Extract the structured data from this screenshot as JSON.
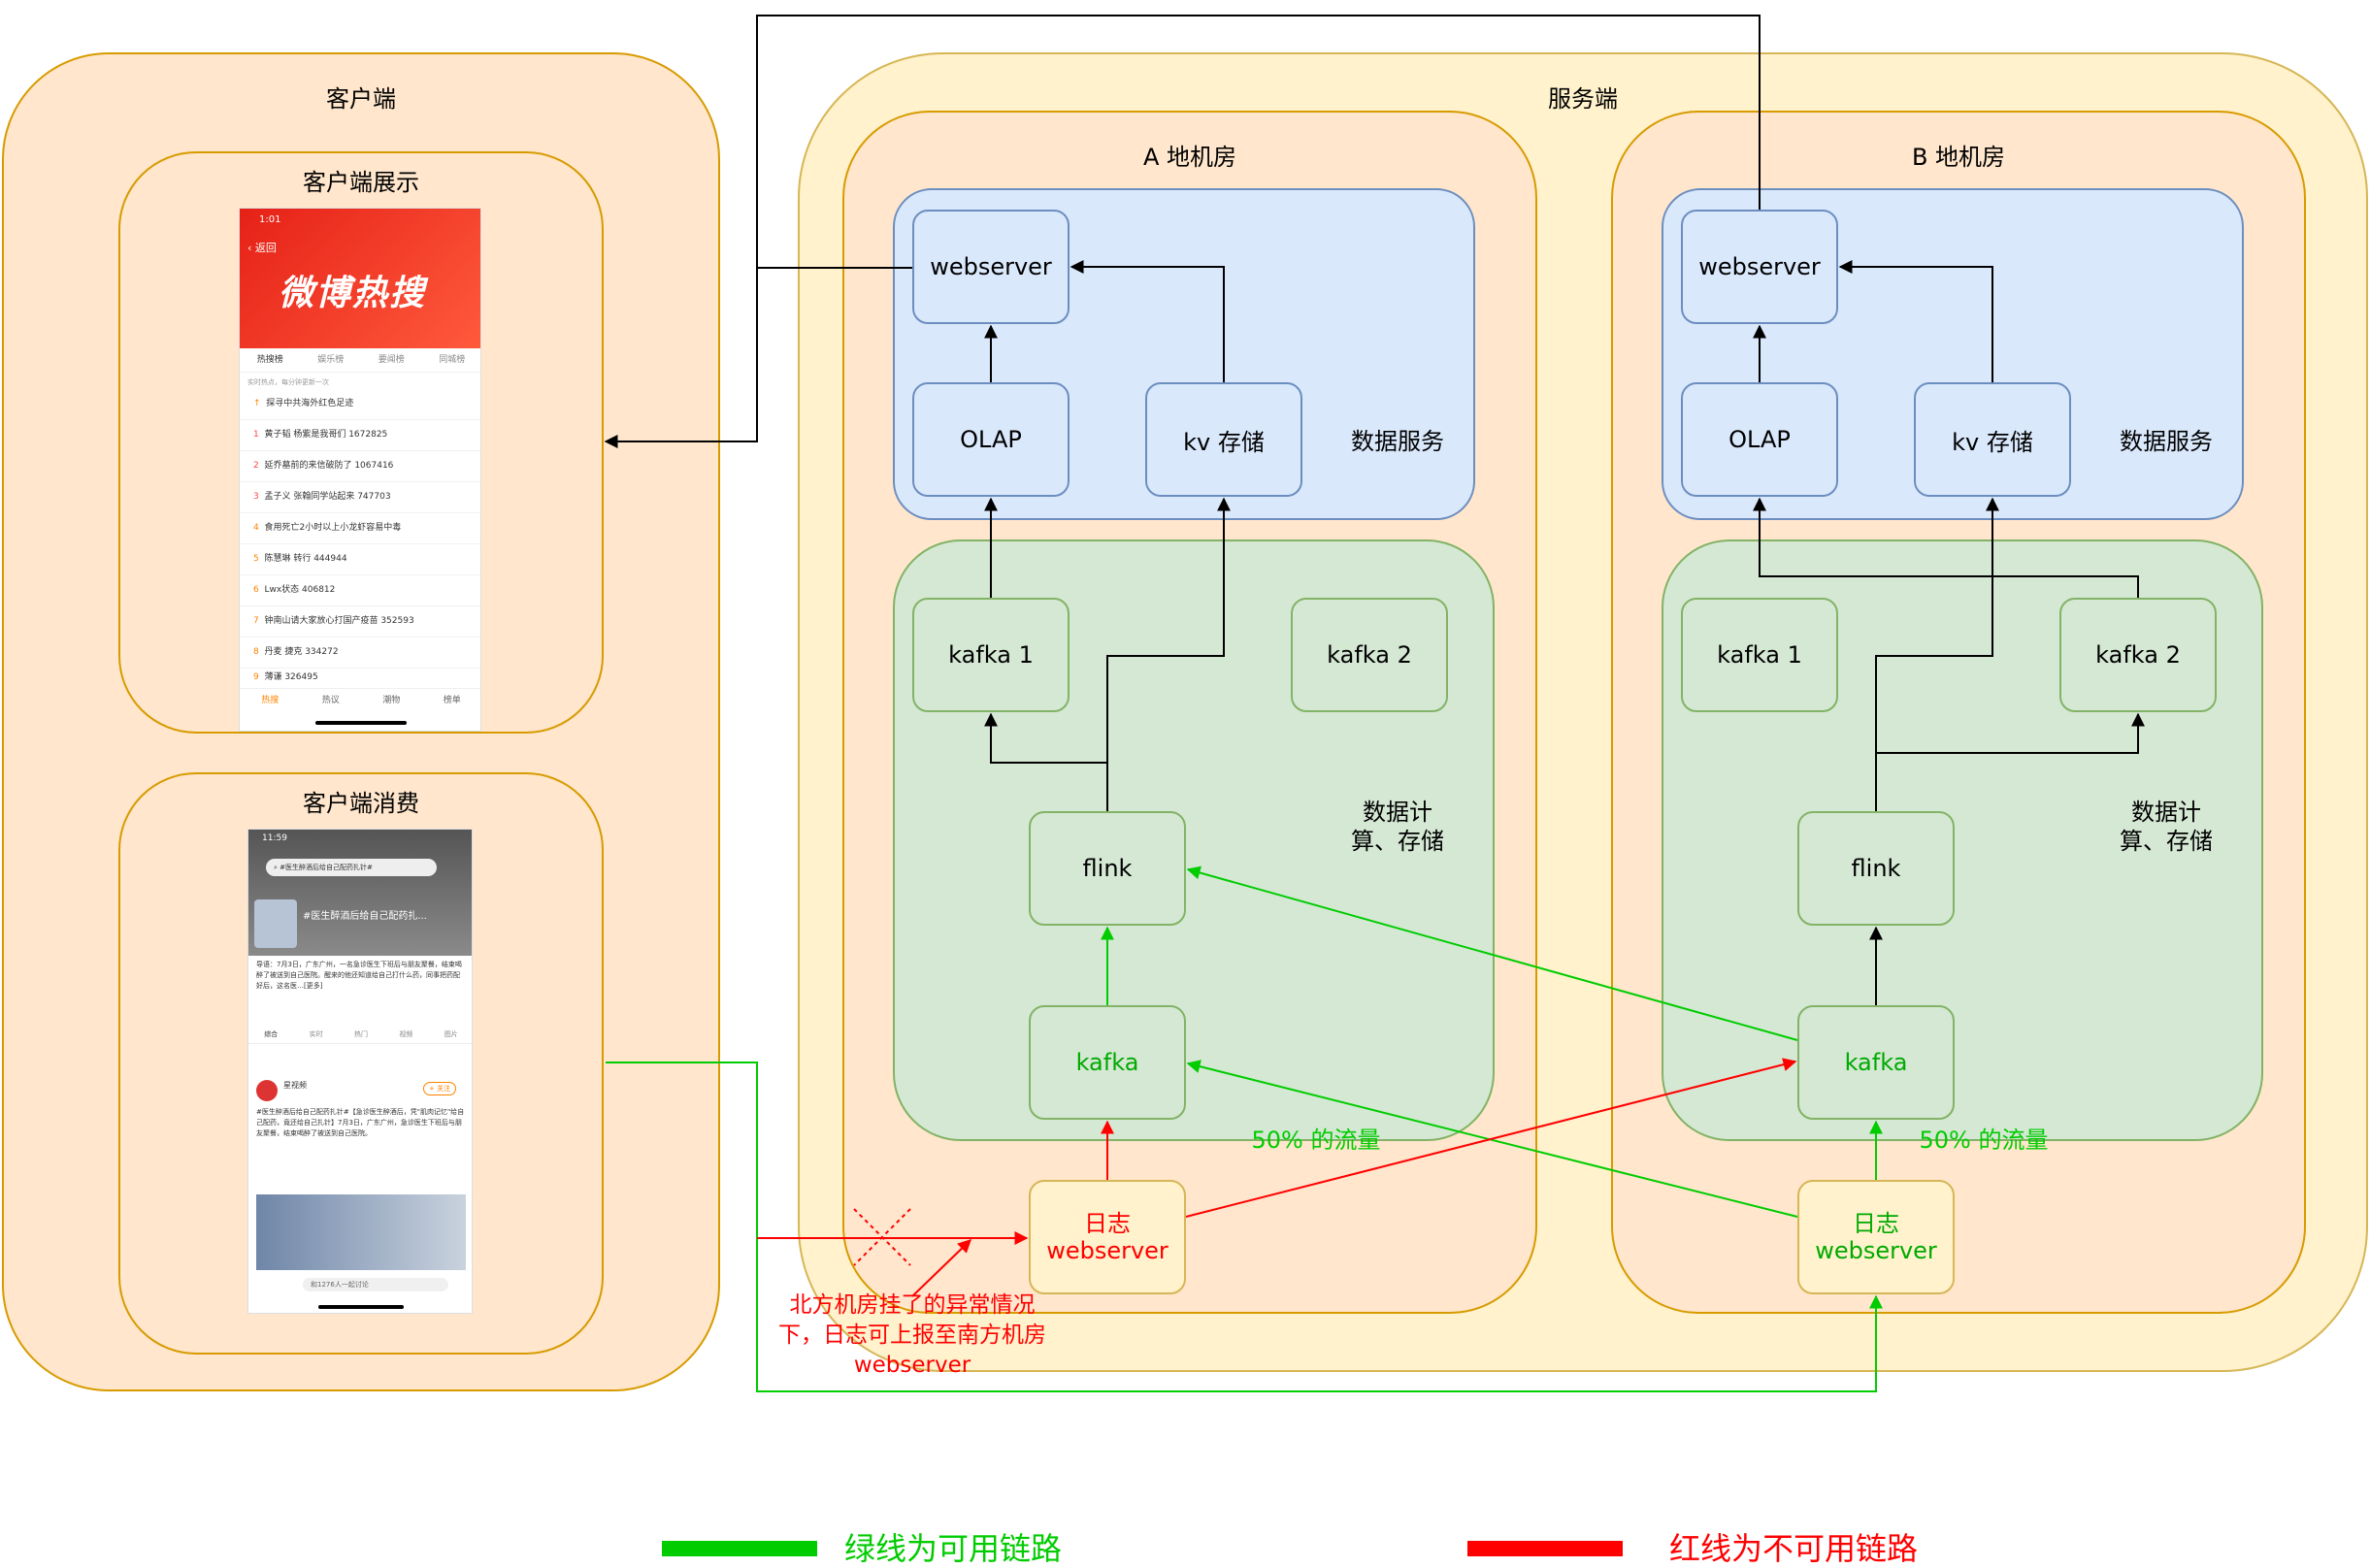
{
  "client": {
    "title": "客户端",
    "display_title": "客户端展示",
    "consume_title": "客户端消费"
  },
  "server": {
    "title": "服务端"
  },
  "room_a": {
    "title": "A 地机房",
    "webserver": "webserver",
    "olap": "OLAP",
    "kv": "kv 存储",
    "data_service": "数据服务",
    "kafka1": "kafka 1",
    "kafka2": "kafka 2",
    "flink": "flink",
    "kafka": "kafka",
    "compute_label": "数据计算、存储",
    "log_line1": "日志",
    "log_line2": "webserver",
    "traffic": "50% 的流量"
  },
  "room_b": {
    "title": "B 地机房",
    "webserver": "webserver",
    "olap": "OLAP",
    "kv": "kv 存储",
    "data_service": "数据服务",
    "kafka1": "kafka 1",
    "kafka2": "kafka 2",
    "flink": "flink",
    "kafka": "kafka",
    "compute_label": "数据计算、存储",
    "log_line1": "日志",
    "log_line2": "webserver",
    "traffic": "50% 的流量"
  },
  "failure_note": "北方机房挂了的异常情况下，日志可上报至南方机房 webserver",
  "legend": {
    "green_label": "绿线为可用链路",
    "red_label": "红线为不可用链路",
    "green_color": "#00cc00",
    "red_color": "#ff0000"
  },
  "hot_search": {
    "status_time": "1:01",
    "back": "返回",
    "brand": "微博热搜",
    "tabs": [
      "热搜榜",
      "娱乐榜",
      "要闻榜",
      "同城榜"
    ],
    "note": "实时热点，每分钟更新一次",
    "items": [
      "探寻中共海外红色足迹",
      "黄子韬 杨紫是我哥们 1672825",
      "延乔墓前的来信破防了 1067416",
      "孟子义 张翰同学站起来 747703",
      "食用死亡2小时以上小龙虾容易中毒",
      "陈慧琳 转行 444944",
      "Lwx状态 406812",
      "钟南山请大家放心打国产疫苗 352593",
      "丹麦 捷克 334272",
      "薄谦 326495"
    ],
    "bottom": [
      "热搜",
      "热议",
      "潮物",
      "榜单"
    ]
  },
  "topic_page": {
    "status_time": "11:59",
    "search": "#医生醉酒后给自己配药扎针#",
    "topic": "#医生醉酒后给自己配药扎...",
    "intro": "导语：7月3日，广东广州，一名急诊医生下班后与朋友聚餐，结束喝醉了被送到自己医院。醒来的他还知道给自己打什么药，同事把药配好后，这名医…[更多]",
    "tabs": [
      "综合",
      "实时",
      "热门",
      "视频",
      "图片"
    ],
    "author": "星视频",
    "post": "#医生醉酒后给自己配药扎针#【急诊医生醉酒后，凭\"肌肉记忆\"给自己配药，竟还给自己扎针】7月3日，广东广州，急诊医生下班后与朋友聚餐，结束喝醉了被送到自己医院。",
    "comment": "和1276人一起讨论",
    "follow": "+ 关注"
  }
}
